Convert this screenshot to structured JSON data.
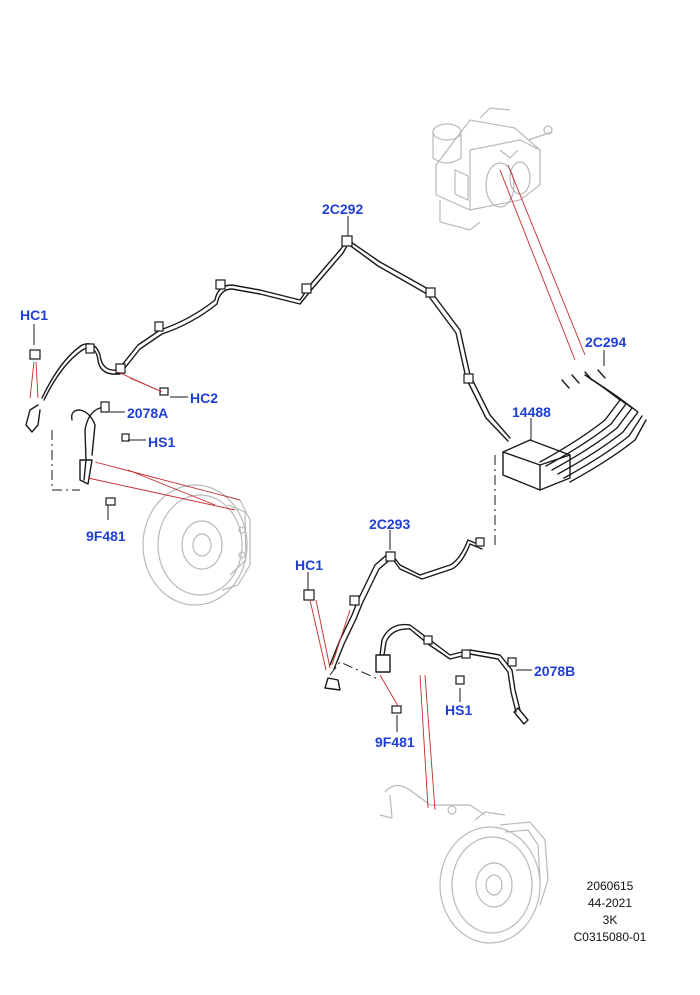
{
  "colors": {
    "callout": "#1f3fd1",
    "leader": "#c42a2a",
    "line": "#1a1a1a",
    "ghost": "#b9b9b9"
  },
  "callouts": {
    "hc1_left": "HC1",
    "hc2": "HC2",
    "p2078a": "2078A",
    "hs1_left": "HS1",
    "p9f481_left": "9F481",
    "p2c292": "2C292",
    "p2c294": "2C294",
    "p14488": "14488",
    "p2c293": "2C293",
    "hc1_right": "HC1",
    "p2078b": "2078B",
    "hs1_right": "HS1",
    "p9f481_right": "9F481"
  },
  "reference": {
    "line1": "2060615",
    "line2": "44-2021",
    "line3": "3K",
    "line4": "C0315080-01"
  }
}
